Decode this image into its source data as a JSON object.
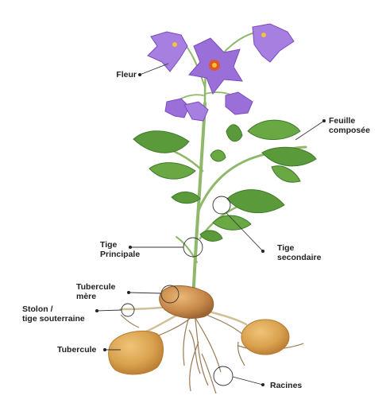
{
  "labels": {
    "fleur": "Fleur",
    "feuille_1": "Feuille",
    "feuille_2": "composée",
    "tige_principale_1": "Tige",
    "tige_principale_2": "Principale",
    "tige_secondaire_1": "Tige",
    "tige_secondaire_2": "secondaire",
    "tubercule_mere_1": "Tubercule",
    "tubercule_mere_2": "mère",
    "stolon_1": "Stolon /",
    "stolon_2": "tige souterraine",
    "tubercule": "Tubercule",
    "racines": "Racines"
  },
  "colors": {
    "petal": "#9b6fd8",
    "petal_dark": "#7b4bbf",
    "flower_center": "#e0572a",
    "leaf": "#5a9a3a",
    "leaf_dark": "#3f7a2a",
    "stem": "#8fb86a",
    "tuber": "#d9a24e",
    "tuber_dark": "#b77a32",
    "root": "#9a7a55",
    "callout": "#333333"
  }
}
